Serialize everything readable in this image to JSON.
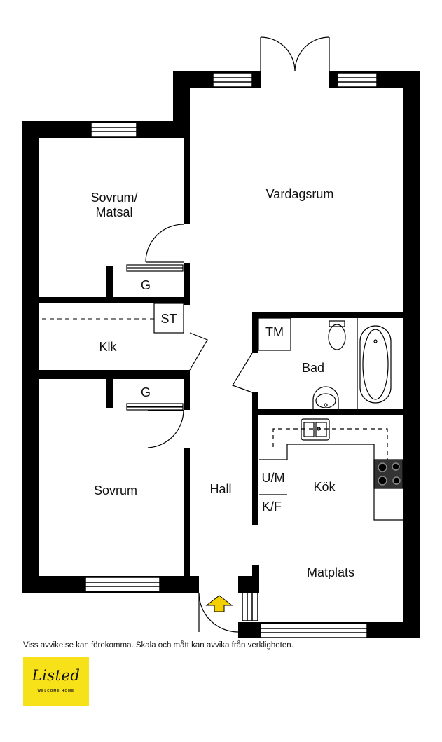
{
  "rooms": {
    "sovrum_matsal_line1": "Sovrum/",
    "sovrum_matsal_line2": "Matsal",
    "vardagsrum": "Vardagsrum",
    "garderob_top": "G",
    "stad": "ST",
    "klk": "Klk",
    "tvatt": "TM",
    "bad": "Bad",
    "garderob_bottom": "G",
    "sovrum": "Sovrum",
    "hall": "Hall",
    "ugn_mikro": "U/M",
    "kyl_frys": "K/F",
    "kok": "Kök",
    "matplats": "Matplats"
  },
  "disclaimer": "Viss avvikelse kan förekomma. Skala och mått kan avvika från verkligheten.",
  "logo": {
    "word": "Listed",
    "tagline": "WELCOME HOME",
    "color": "#f7e21a"
  },
  "colors": {
    "wall": "#000000",
    "entrance_arrow": "#f5d000"
  }
}
